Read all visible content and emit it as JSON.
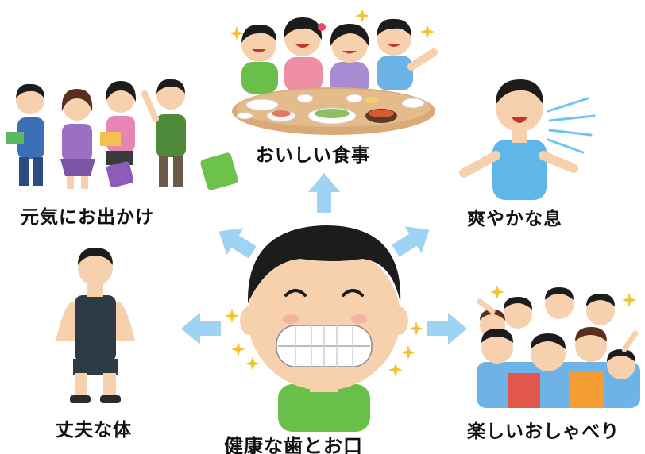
{
  "diagram": {
    "center": {
      "label": "健康な歯とお口"
    },
    "benefits": [
      {
        "id": "food",
        "label": "おいしい食事"
      },
      {
        "id": "outing",
        "label": "元気にお出かけ"
      },
      {
        "id": "breath",
        "label": "爽やかな息"
      },
      {
        "id": "body",
        "label": "丈夫な体"
      },
      {
        "id": "talk",
        "label": "楽しいおしゃべり"
      }
    ]
  },
  "colors": {
    "arrow": "#9fd3f4",
    "skin": "#f7d1ad",
    "hair": "#1c1c1c",
    "shirt_green": "#6abf4b",
    "table": "#d9a977",
    "sparkle": "#f4c430"
  }
}
